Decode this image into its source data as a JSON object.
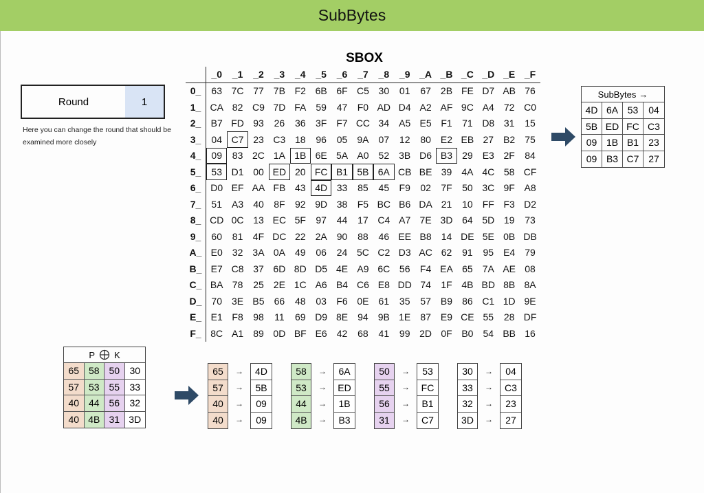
{
  "header": {
    "title": "SubBytes"
  },
  "round": {
    "label": "Round",
    "value": "1",
    "hint": "Here you can change the round that should be examined more closely"
  },
  "sbox": {
    "title": "SBOX",
    "col_headers": [
      "_0",
      "_1",
      "_2",
      "_3",
      "_4",
      "_5",
      "_6",
      "_7",
      "_8",
      "_9",
      "_A",
      "_B",
      "_C",
      "_D",
      "_E",
      "_F"
    ],
    "row_headers": [
      "0_",
      "1_",
      "2_",
      "3_",
      "4_",
      "5_",
      "6_",
      "7_",
      "8_",
      "9_",
      "A_",
      "B_",
      "C_",
      "D_",
      "E_",
      "F_"
    ],
    "rows": [
      [
        "63",
        "7C",
        "77",
        "7B",
        "F2",
        "6B",
        "6F",
        "C5",
        "30",
        "01",
        "67",
        "2B",
        "FE",
        "D7",
        "AB",
        "76"
      ],
      [
        "CA",
        "82",
        "C9",
        "7D",
        "FA",
        "59",
        "47",
        "F0",
        "AD",
        "D4",
        "A2",
        "AF",
        "9C",
        "A4",
        "72",
        "C0"
      ],
      [
        "B7",
        "FD",
        "93",
        "26",
        "36",
        "3F",
        "F7",
        "CC",
        "34",
        "A5",
        "E5",
        "F1",
        "71",
        "D8",
        "31",
        "15"
      ],
      [
        "04",
        "C7",
        "23",
        "C3",
        "18",
        "96",
        "05",
        "9A",
        "07",
        "12",
        "80",
        "E2",
        "EB",
        "27",
        "B2",
        "75"
      ],
      [
        "09",
        "83",
        "2C",
        "1A",
        "1B",
        "6E",
        "5A",
        "A0",
        "52",
        "3B",
        "D6",
        "B3",
        "29",
        "E3",
        "2F",
        "84"
      ],
      [
        "53",
        "D1",
        "00",
        "ED",
        "20",
        "FC",
        "B1",
        "5B",
        "6A",
        "CB",
        "BE",
        "39",
        "4A",
        "4C",
        "58",
        "CF"
      ],
      [
        "D0",
        "EF",
        "AA",
        "FB",
        "43",
        "4D",
        "33",
        "85",
        "45",
        "F9",
        "02",
        "7F",
        "50",
        "3C",
        "9F",
        "A8"
      ],
      [
        "51",
        "A3",
        "40",
        "8F",
        "92",
        "9D",
        "38",
        "F5",
        "BC",
        "B6",
        "DA",
        "21",
        "10",
        "FF",
        "F3",
        "D2"
      ],
      [
        "CD",
        "0C",
        "13",
        "EC",
        "5F",
        "97",
        "44",
        "17",
        "C4",
        "A7",
        "7E",
        "3D",
        "64",
        "5D",
        "19",
        "73"
      ],
      [
        "60",
        "81",
        "4F",
        "DC",
        "22",
        "2A",
        "90",
        "88",
        "46",
        "EE",
        "B8",
        "14",
        "DE",
        "5E",
        "0B",
        "DB"
      ],
      [
        "E0",
        "32",
        "3A",
        "0A",
        "49",
        "06",
        "24",
        "5C",
        "C2",
        "D3",
        "AC",
        "62",
        "91",
        "95",
        "E4",
        "79"
      ],
      [
        "E7",
        "C8",
        "37",
        "6D",
        "8D",
        "D5",
        "4E",
        "A9",
        "6C",
        "56",
        "F4",
        "EA",
        "65",
        "7A",
        "AE",
        "08"
      ],
      [
        "BA",
        "78",
        "25",
        "2E",
        "1C",
        "A6",
        "B4",
        "C6",
        "E8",
        "DD",
        "74",
        "1F",
        "4B",
        "BD",
        "8B",
        "8A"
      ],
      [
        "70",
        "3E",
        "B5",
        "66",
        "48",
        "03",
        "F6",
        "0E",
        "61",
        "35",
        "57",
        "B9",
        "86",
        "C1",
        "1D",
        "9E"
      ],
      [
        "E1",
        "F8",
        "98",
        "11",
        "69",
        "D9",
        "8E",
        "94",
        "9B",
        "1E",
        "87",
        "E9",
        "CE",
        "55",
        "28",
        "DF"
      ],
      [
        "8C",
        "A1",
        "89",
        "0D",
        "BF",
        "E6",
        "42",
        "68",
        "41",
        "99",
        "2D",
        "0F",
        "B0",
        "54",
        "BB",
        "16"
      ]
    ],
    "highlighted": [
      [
        3,
        1
      ],
      [
        4,
        0
      ],
      [
        4,
        4
      ],
      [
        4,
        11
      ],
      [
        5,
        0
      ],
      [
        5,
        3
      ],
      [
        5,
        5
      ],
      [
        5,
        6
      ],
      [
        5,
        7
      ],
      [
        5,
        8
      ],
      [
        6,
        5
      ]
    ]
  },
  "subbytes": {
    "label": "SubBytes",
    "arrow_glyph": "→",
    "cells": [
      "4D",
      "6A",
      "53",
      "04",
      "5B",
      "ED",
      "FC",
      "C3",
      "09",
      "1B",
      "B1",
      "23",
      "09",
      "B3",
      "C7",
      "27"
    ]
  },
  "pk": {
    "label_p": "P",
    "label_k": "K",
    "cells": [
      "65",
      "58",
      "50",
      "30",
      "57",
      "53",
      "55",
      "33",
      "40",
      "44",
      "56",
      "32",
      "40",
      "4B",
      "31",
      "3D"
    ]
  },
  "columns": [
    {
      "inputs": [
        "65",
        "57",
        "40",
        "40"
      ],
      "outputs": [
        "4D",
        "5B",
        "09",
        "09"
      ]
    },
    {
      "inputs": [
        "58",
        "53",
        "44",
        "4B"
      ],
      "outputs": [
        "6A",
        "ED",
        "1B",
        "B3"
      ]
    },
    {
      "inputs": [
        "50",
        "55",
        "56",
        "31"
      ],
      "outputs": [
        "53",
        "FC",
        "B1",
        "C7"
      ]
    },
    {
      "inputs": [
        "30",
        "33",
        "32",
        "3D"
      ],
      "outputs": [
        "04",
        "C3",
        "23",
        "27"
      ]
    }
  ],
  "colors": {
    "header_bar": "#a3ce65",
    "round_value_bg": "#d9e4f5",
    "arrow": "#2e4a66",
    "col0": "#f3dccb",
    "col1": "#cfe9c6",
    "col2": "#e6d2ef"
  }
}
